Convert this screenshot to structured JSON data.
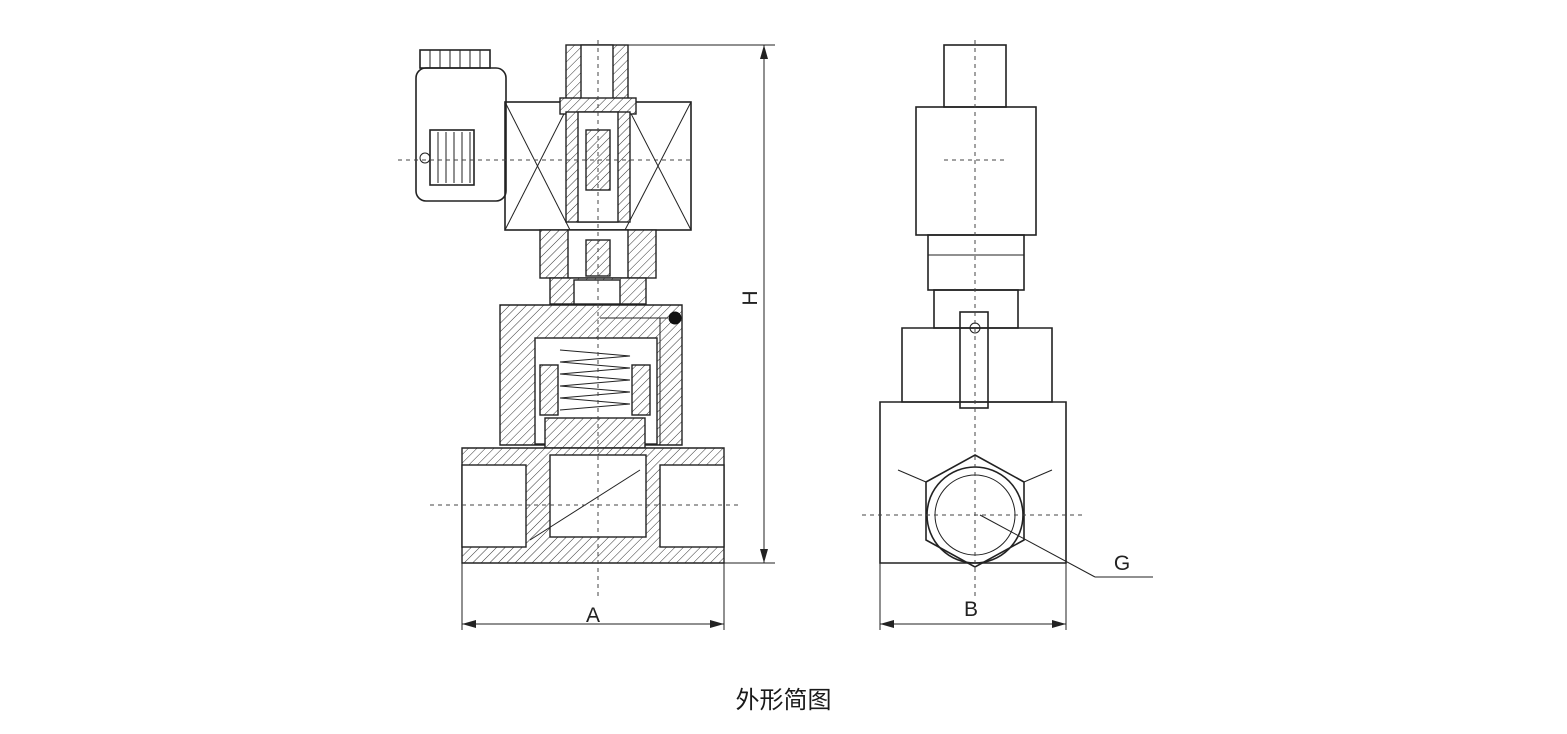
{
  "labels": {
    "dim_a": "A",
    "dim_b": "B",
    "dim_h": "H",
    "port_g": "G"
  },
  "caption": "外形简图"
}
